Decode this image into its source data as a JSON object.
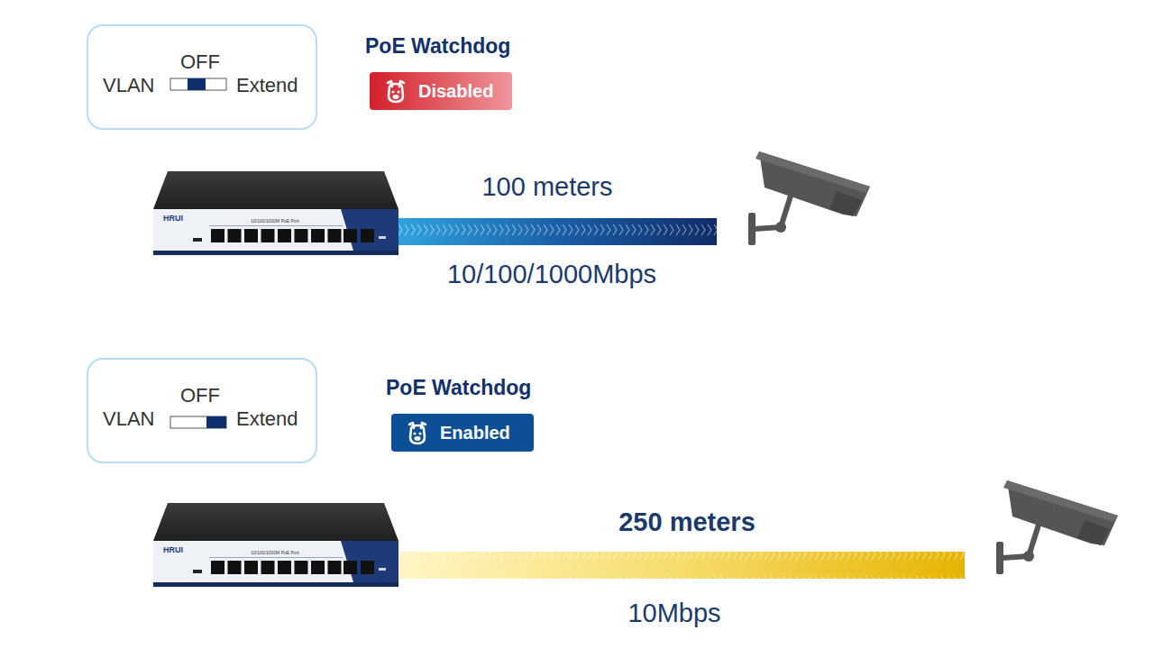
{
  "diagram": {
    "nodes": [
      {
        "text": [
          "OFF",
          "VLAN",
          "Extend"
        ]
      },
      {
        "text": [
          "PoE Watchdog",
          "Disabled"
        ]
      },
      {
        "text": [
          "OFF",
          "VLAN",
          "Extend"
        ]
      },
      {
        "text": [
          "PoE Watchdog",
          "Enabled"
        ]
      }
    ],
    "labels": [
      "100 meters",
      "10/100/1000Mbps",
      "HRUI",
      "10/100/1000M PoE Port",
      "250 meters",
      "10Mbps",
      "HRUI",
      "10/100/1000M PoE Port"
    ]
  }
}
